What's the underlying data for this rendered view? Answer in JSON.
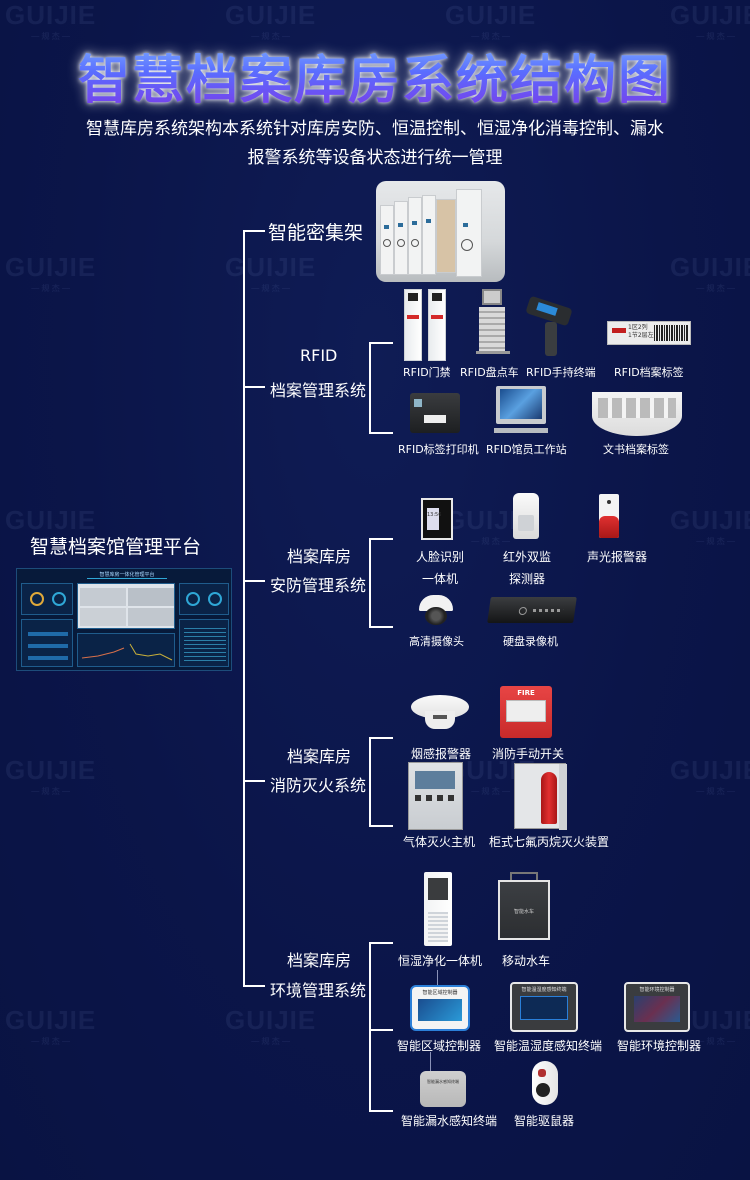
{
  "watermark": {
    "text": "GUIJIE",
    "sub": "— 规 杰 —"
  },
  "title": "智慧档案库房系统结构图",
  "subtitle": {
    "line1": "智慧库房系统架构本系统针对库房安防、恒温控制、恒湿净化消毒控制、漏水",
    "line2": "报警系统等设备状态进行统一管理"
  },
  "root": {
    "label": "智慧档案馆管理平台",
    "screen_title": "智慧库房一体化管理平台"
  },
  "branches": {
    "shelf": {
      "label": "智能密集架"
    },
    "rfid": {
      "label_line1": "RFID",
      "label_line2": "档案管理系统",
      "items": [
        {
          "name": "RFID门禁",
          "icon": "rfid-gate"
        },
        {
          "name": "RFID盘点车",
          "icon": "inventory-cart"
        },
        {
          "name": "RFID手持终端",
          "icon": "handheld-terminal"
        },
        {
          "name": "RFID档案标签",
          "icon": "archive-tag"
        },
        {
          "name": "RFID标签打印机",
          "icon": "label-printer"
        },
        {
          "name": "RFID馆员工作站",
          "icon": "workstation"
        },
        {
          "name": "文书档案标签",
          "icon": "document-tag-roll"
        }
      ],
      "tag_text": {
        "line1": "1区2列",
        "line2": "1节2层左"
      }
    },
    "security": {
      "label_line1": "档案库房",
      "label_line2": "安防管理系统",
      "items": [
        {
          "name": "人脸识别",
          "name2": "一体机",
          "icon": "face-recognition",
          "clock": "13:56"
        },
        {
          "name": "红外双监",
          "name2": "探测器",
          "icon": "infrared-detector"
        },
        {
          "name": "声光报警器",
          "icon": "siren"
        },
        {
          "name": "高清摄像头",
          "icon": "dome-camera"
        },
        {
          "name": "硬盘录像机",
          "icon": "dvr"
        }
      ]
    },
    "fire": {
      "label_line1": "档案库房",
      "label_line2": "消防灭火系统",
      "items": [
        {
          "name": "烟感报警器",
          "icon": "smoke-detector"
        },
        {
          "name": "消防手动开关",
          "icon": "fire-switch",
          "badge": "FIRE"
        },
        {
          "name": "气体灭火主机",
          "icon": "gas-extinguisher-host"
        },
        {
          "name": "柜式七氟丙烷灭火装置",
          "icon": "fm200-cabinet"
        }
      ]
    },
    "environment": {
      "label_line1": "档案库房",
      "label_line2": "环境管理系统",
      "items": [
        {
          "name": "恒湿净化一体机",
          "icon": "humidifier"
        },
        {
          "name": "移动水车",
          "icon": "water-cart",
          "panel": "智能水车"
        },
        {
          "name": "智能区域控制器",
          "icon": "area-controller",
          "panel": "智能区域控制器"
        },
        {
          "name": "智能温湿度感知终端",
          "icon": "temp-humidity-terminal",
          "panel": "智能温湿度感知终端"
        },
        {
          "name": "智能环境控制器",
          "icon": "environment-controller",
          "panel": "智能环境控制器"
        },
        {
          "name": "智能漏水感知终端",
          "icon": "leak-sensor",
          "panel": "智能漏水感知终端"
        },
        {
          "name": "智能驱鼠器",
          "icon": "rodent-repeller"
        }
      ]
    }
  },
  "colors": {
    "background": "#0b1549",
    "line": "#ffffff",
    "title_top": "#7fb6ff",
    "title_bottom": "#7b39e8"
  }
}
